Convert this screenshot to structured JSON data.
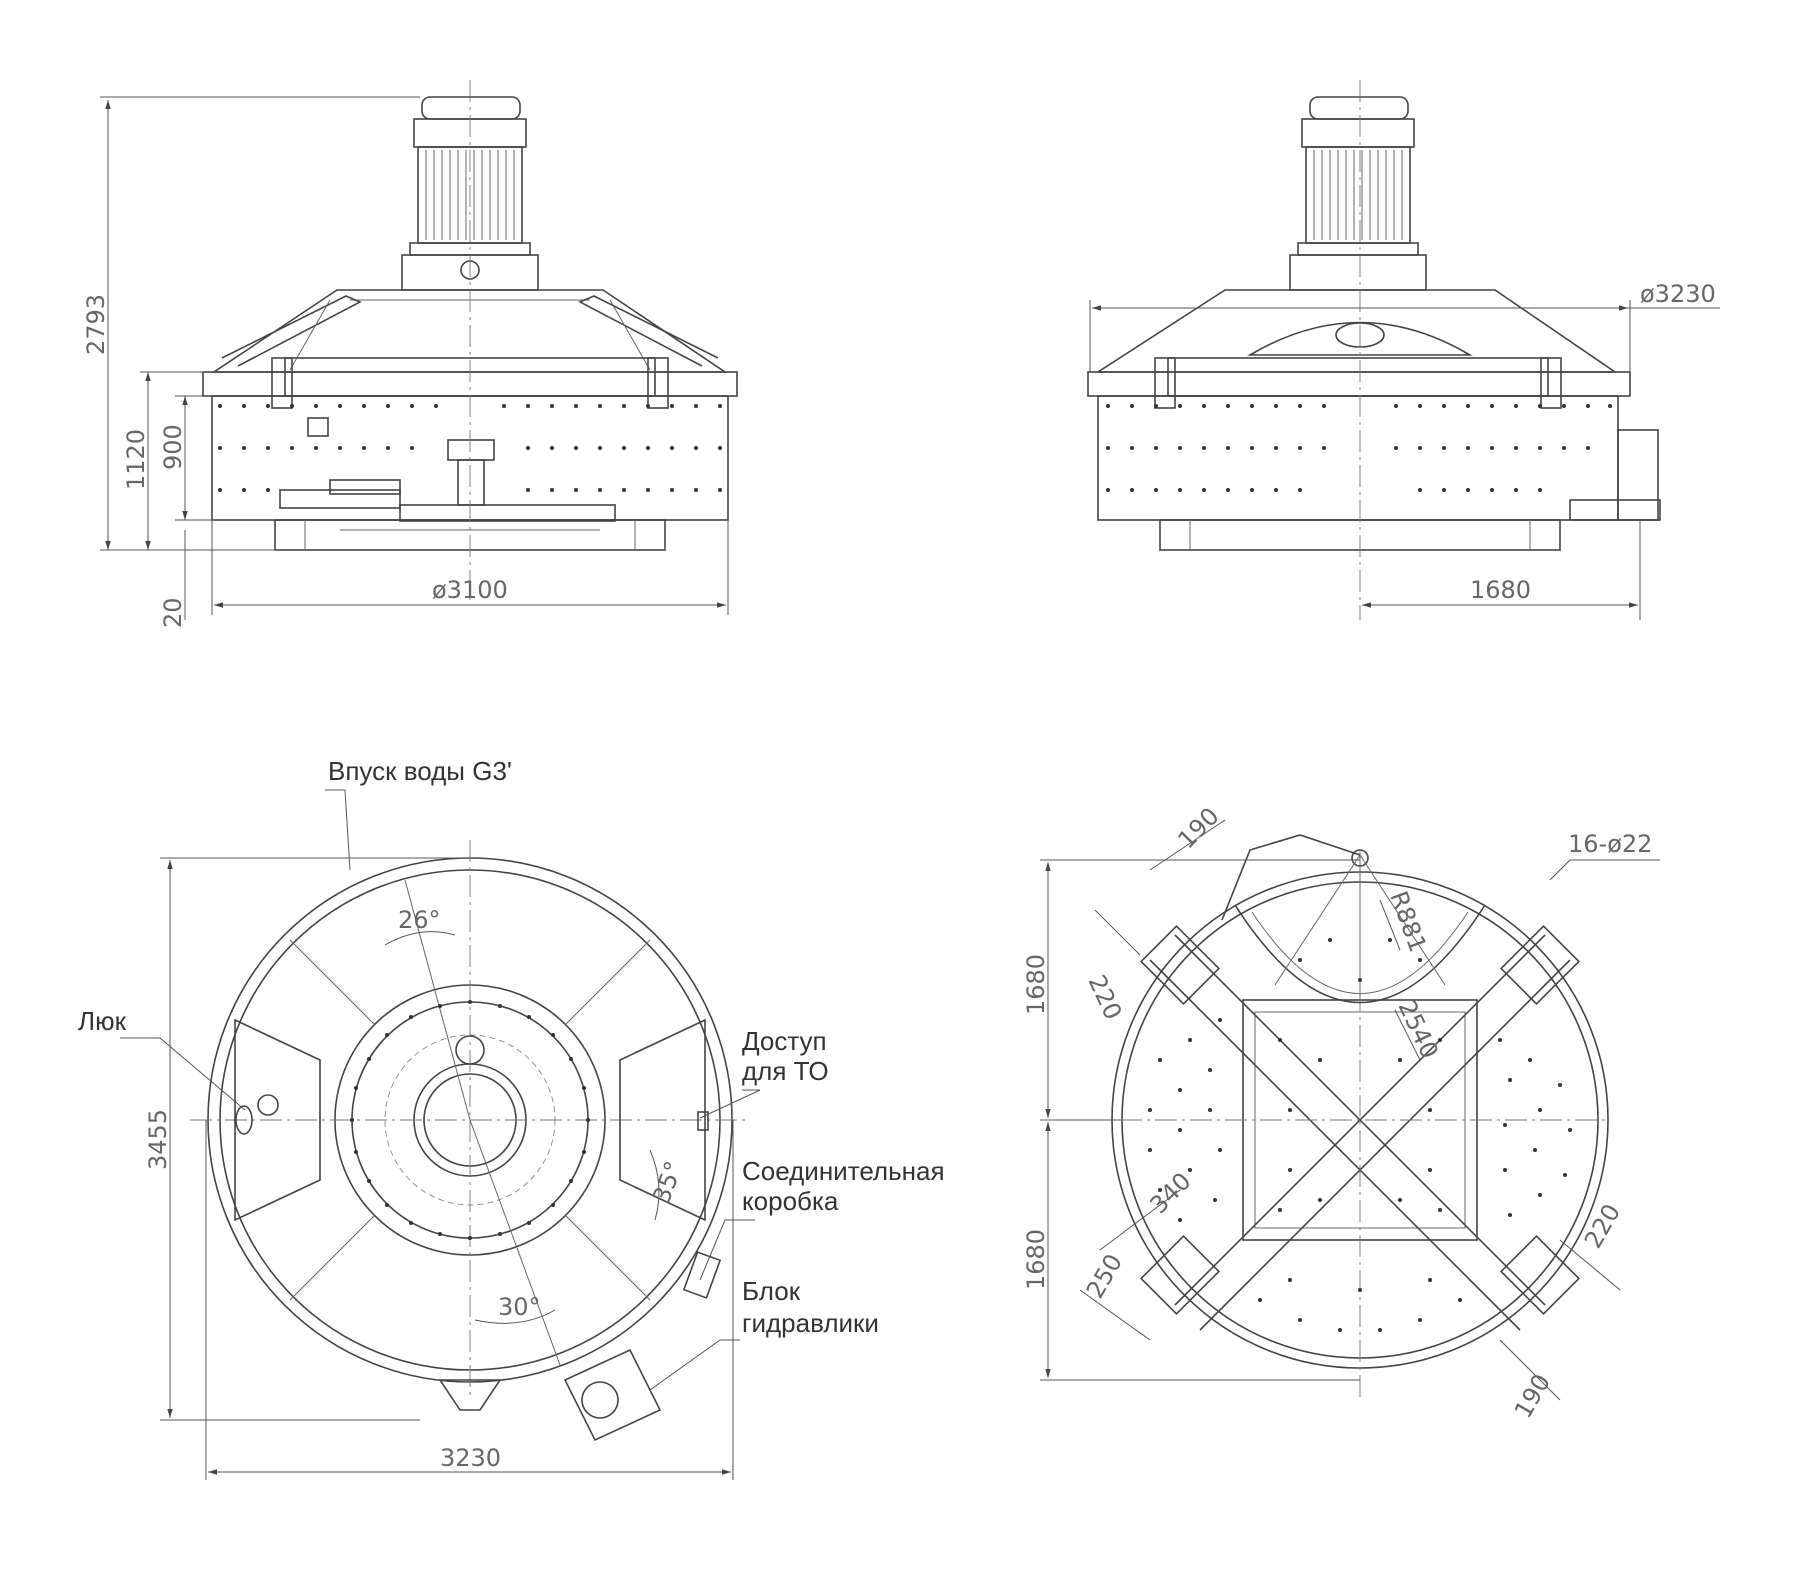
{
  "labels": {
    "water_inlet": "Впуск воды G3'",
    "hatch": "Люк",
    "maintenance_1": "Доступ",
    "maintenance_2": "для ТО",
    "junction_1": "Соединительная",
    "junction_2": "коробка",
    "hydraulic_1": "Блок",
    "hydraulic_2": "гидравлики"
  },
  "dims_front": {
    "overall_height": "2793",
    "body_height": "1120",
    "drum_height": "900",
    "base": "20",
    "diameter": "ø3100"
  },
  "dims_side": {
    "diameter": "ø3230",
    "offset": "1680"
  },
  "dims_top": {
    "angle_1": "26°",
    "angle_2": "35°",
    "angle_3": "30°",
    "height": "3455",
    "width": "3230"
  },
  "dims_bottom": {
    "d190_top": "190",
    "d220_left": "220",
    "radius": "R881",
    "holes": "16-ø22",
    "inner": "2540",
    "h1680_top": "1680",
    "h1680_bottom": "1680",
    "d340": "340",
    "d250": "250",
    "d220_right": "220",
    "d190_bottom": "190"
  }
}
